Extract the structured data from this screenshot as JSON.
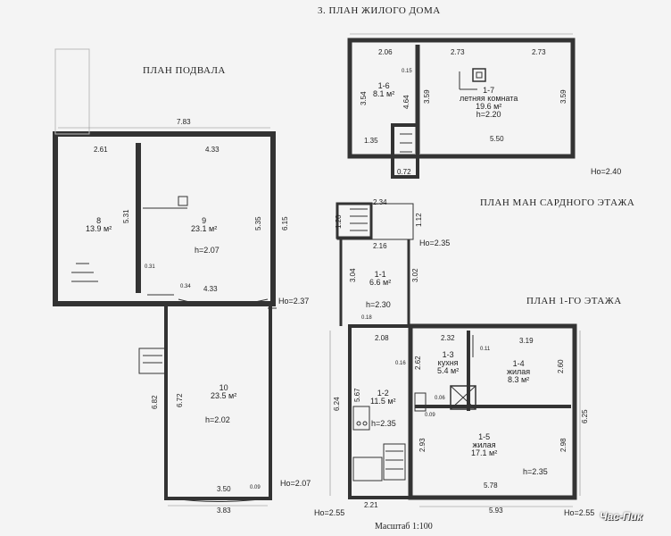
{
  "titles": {
    "basement": "ПЛАН ПОДВАЛА",
    "house": "3. ПЛАН ЖИЛОГО ДОМА",
    "mansard": "ПЛАН МАН САРДНОГО ЭТАЖА",
    "first_floor": "ПЛАН 1-ГО ЭТАЖА"
  },
  "basement": {
    "dims": [
      "7.83",
      "2.61",
      "4.33",
      "5.31",
      "5.35",
      "6.15",
      "0.31",
      "0.34",
      "4.33",
      "6.82",
      "6.72",
      "3.50",
      "0.09",
      "3.83"
    ],
    "room8": {
      "num": "8",
      "area": "13.9 м²"
    },
    "room9": {
      "num": "9",
      "area": "23.1 м²",
      "height": "h=2.07"
    },
    "room10": {
      "num": "10",
      "area": "23.5 м²",
      "height": "h=2.02"
    },
    "ho1": "Но=2.37",
    "ho2": "Но=2.07"
  },
  "house": {
    "dims": [
      "2.06",
      "2.73",
      "2.73",
      "0.15",
      "3.54",
      "4.64",
      "3.59",
      "3.59",
      "1.35",
      "5.50",
      "0.72"
    ],
    "room16": {
      "num": "1-6",
      "area": "8.1 м²"
    },
    "room17": {
      "num": "1-7",
      "name": "летняя комната",
      "area": "19.6 м²",
      "height": "h=2.20"
    },
    "ho": "Но=2.40"
  },
  "mansard": {
    "dims": [
      "2.34",
      "1.20",
      "1.12",
      "2.16",
      "3.04",
      "3.02"
    ],
    "room11": {
      "num": "1-1",
      "area": "6.6 м²",
      "height": "h=2.30"
    },
    "ho": "Но=2.35"
  },
  "first": {
    "dims": [
      "0.18",
      "2.08",
      "2.32",
      "3.19",
      "0.11",
      "0.16",
      "2.62",
      "2.60",
      "6.24",
      "5.67",
      "0.06",
      "0.09",
      "6.25",
      "2.93",
      "2.98",
      "2.21",
      "5.78",
      "5.93"
    ],
    "room12": {
      "num": "1-2",
      "area": "11.5 м²",
      "height": "h=2.35"
    },
    "room13": {
      "num": "1-3",
      "name": "кухня",
      "area": "5.4 м²"
    },
    "room14": {
      "num": "1-4",
      "name": "жилая",
      "area": "8.3 м²"
    },
    "room15": {
      "num": "1-5",
      "name": "жилая",
      "area": "17.1 м²",
      "height": "h=2.35"
    },
    "ho1": "Но=2.55",
    "ho2": "Но=2.55"
  },
  "scale": "Масштаб 1:100",
  "logo": "Час-Пик"
}
